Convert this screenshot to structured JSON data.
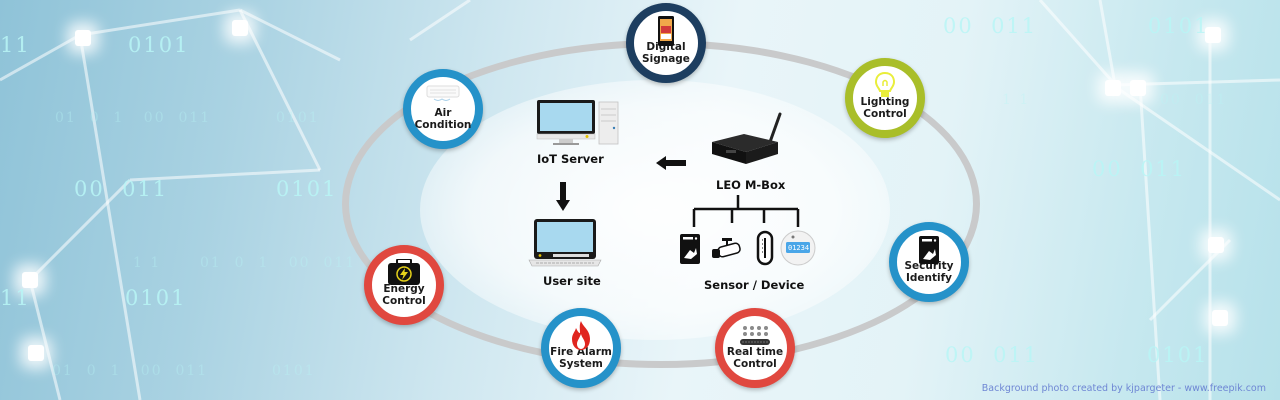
{
  "diagram": {
    "center": {
      "server_label": "IoT Server",
      "user_label": "User site",
      "gateway_label": "LEO M-Box",
      "sensors_label": "Sensor / Device",
      "meter_readout": "01234"
    },
    "nodes": [
      {
        "id": "digital-signage",
        "line1": "Digital",
        "line2": "Signage",
        "ring_color": "#1d3e60"
      },
      {
        "id": "air-condition",
        "line1": "Air",
        "line2": "Condition",
        "ring_color": "#2592c9"
      },
      {
        "id": "lighting-control",
        "line1": "Lighting",
        "line2": "Control",
        "ring_color": "#a9be29"
      },
      {
        "id": "security-identify",
        "line1": "Security",
        "line2": "Identify",
        "ring_color": "#2592c9"
      },
      {
        "id": "energy-control",
        "line1": "Energy",
        "line2": "Control",
        "ring_color": "#e0483f"
      },
      {
        "id": "fire-alarm-system",
        "line1": "Fire Alarm",
        "line2": "System",
        "ring_color": "#2592c9"
      },
      {
        "id": "real-time-control",
        "line1": "Real time",
        "line2": "Control",
        "ring_color": "#e0483f"
      }
    ]
  },
  "background": {
    "binary_big": [
      "11",
      "0101",
      "00  011",
      "0101",
      "11",
      "0101",
      "00  011",
      "0101",
      "00  011",
      "0101",
      "00  011"
    ],
    "binary_small": [
      "01  0  1   00  011",
      "0101",
      "1 1      01  0  1   00  011",
      "01  0  1   00  011",
      "0101",
      "1 1",
      "00  011"
    ]
  },
  "credit": "Background photo created by kjpargeter - www.freepik.com"
}
